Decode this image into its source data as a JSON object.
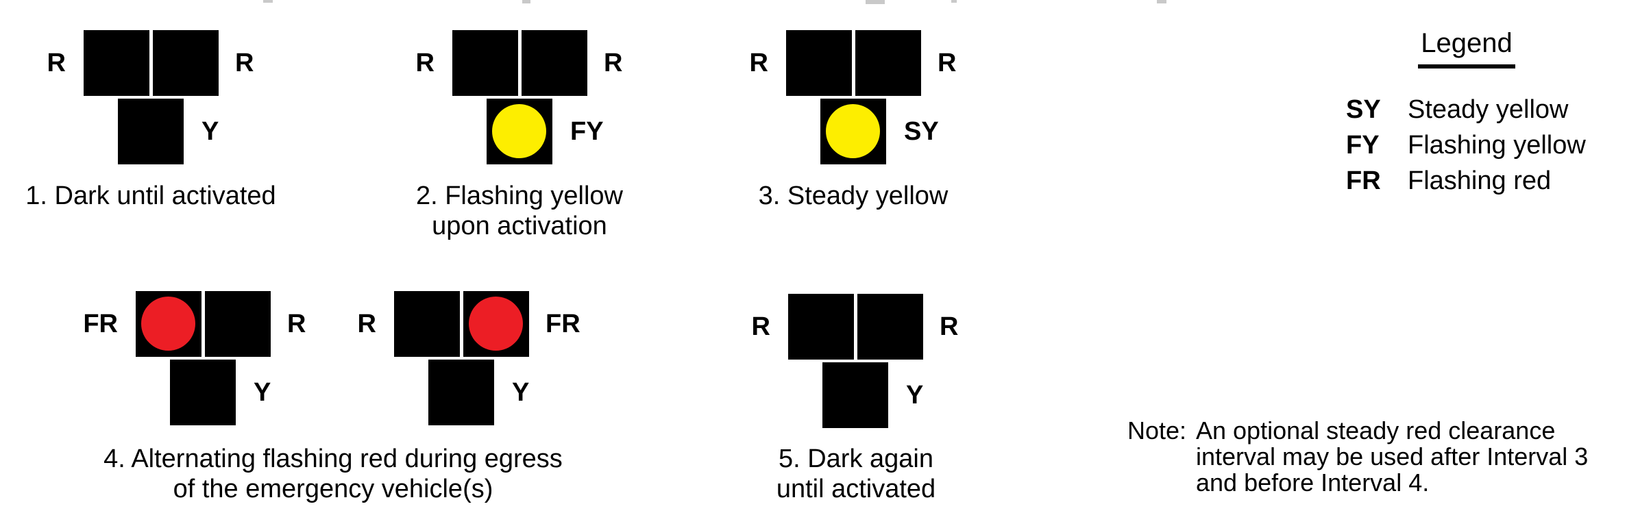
{
  "colors": {
    "housing": "#000000",
    "lens_yellow": "#FDEE00",
    "lens_red": "#EC1E25",
    "text": "#000000"
  },
  "intervals": [
    {
      "number": "1",
      "caption_lines": [
        "1. Dark until activated"
      ],
      "heads": [
        {
          "left_label": "R",
          "right_label": "R",
          "bottom_label": "Y",
          "lit_lens": "none"
        }
      ]
    },
    {
      "number": "2",
      "caption_lines": [
        "2. Flashing yellow",
        "upon activation"
      ],
      "heads": [
        {
          "left_label": "R",
          "right_label": "R",
          "bottom_label": "FY",
          "lit_lens": "bottom-yellow"
        }
      ]
    },
    {
      "number": "3",
      "caption_lines": [
        "3. Steady yellow"
      ],
      "heads": [
        {
          "left_label": "R",
          "right_label": "R",
          "bottom_label": "SY",
          "lit_lens": "bottom-yellow"
        }
      ]
    },
    {
      "number": "4",
      "caption_lines": [
        "4. Alternating flashing red during egress",
        "of the emergency vehicle(s)"
      ],
      "heads": [
        {
          "left_label": "FR",
          "right_label": "R",
          "bottom_label": "Y",
          "lit_lens": "top-left-red"
        },
        {
          "left_label": "R",
          "right_label": "FR",
          "bottom_label": "Y",
          "lit_lens": "top-right-red"
        }
      ]
    },
    {
      "number": "5",
      "caption_lines": [
        "5. Dark again",
        "until activated"
      ],
      "heads": [
        {
          "left_label": "R",
          "right_label": "R",
          "bottom_label": "Y",
          "lit_lens": "none"
        }
      ]
    }
  ],
  "legend": {
    "title": "Legend",
    "entries": [
      {
        "abbr": "SY",
        "label": "Steady yellow"
      },
      {
        "abbr": "FY",
        "label": "Flashing yellow"
      },
      {
        "abbr": "FR",
        "label": "Flashing red"
      }
    ]
  },
  "note": {
    "label": "Note:",
    "lines": [
      "An optional steady red clearance",
      "interval may be used after Interval 3",
      "and before Interval 4."
    ]
  }
}
